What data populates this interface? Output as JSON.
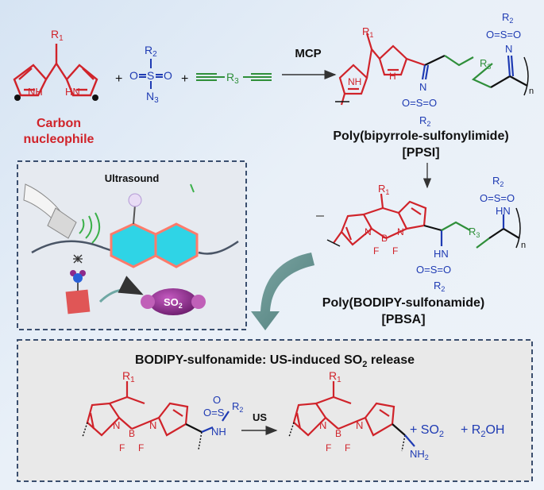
{
  "top": {
    "carbon_nucleophile": [
      "Carbon",
      "nucleophile"
    ],
    "r1": "R",
    "r1_sub": "1",
    "nh": "NH",
    "hn": "HN",
    "plus1": "+",
    "plus2": "+",
    "sulfonyl_azide": {
      "r2": "R",
      "r2_sub": "2",
      "o": "O",
      "s": "S",
      "n3": "N",
      "n3_sub": "3"
    },
    "diyne": {
      "r3": "R",
      "r3_sub": "3"
    },
    "arrow_label": "MCP",
    "product_name": "Poly(bipyrrole-sulfonylimide)",
    "product_abbr": "[PPSI]",
    "n_sub": "n"
  },
  "middle": {
    "ultrasound_label": "Ultrasound",
    "so2": "SO",
    "so2_sub": "2",
    "product_name": "Poly(BODIPY-sulfonamide)",
    "product_abbr": "[PBSA]",
    "atoms": {
      "n": "N",
      "b": "B",
      "f": "F",
      "hn": "HN",
      "nh": "NH"
    }
  },
  "bottom": {
    "title_prefix": "BODIPY-sulfonamide: US-induced SO",
    "title_sub": "2",
    "title_suffix": " release",
    "us_label": "US",
    "plus_so2": "+  SO",
    "plus_so2_sub": "2",
    "plus_r2oh": "+  R",
    "plus_r2oh_sub": "2",
    "plus_r2oh_tail": "OH",
    "nh2": "NH",
    "nh2_sub": "2"
  },
  "colors": {
    "red": "#d0232a",
    "blue": "#1f3bb3",
    "green": "#2f8f3a",
    "black": "#111111",
    "cyan": "#2fd4e6",
    "purple": "#8e2a8a",
    "box_border": "#3a4e6e",
    "teal_arrow": "#5f8f8c"
  }
}
